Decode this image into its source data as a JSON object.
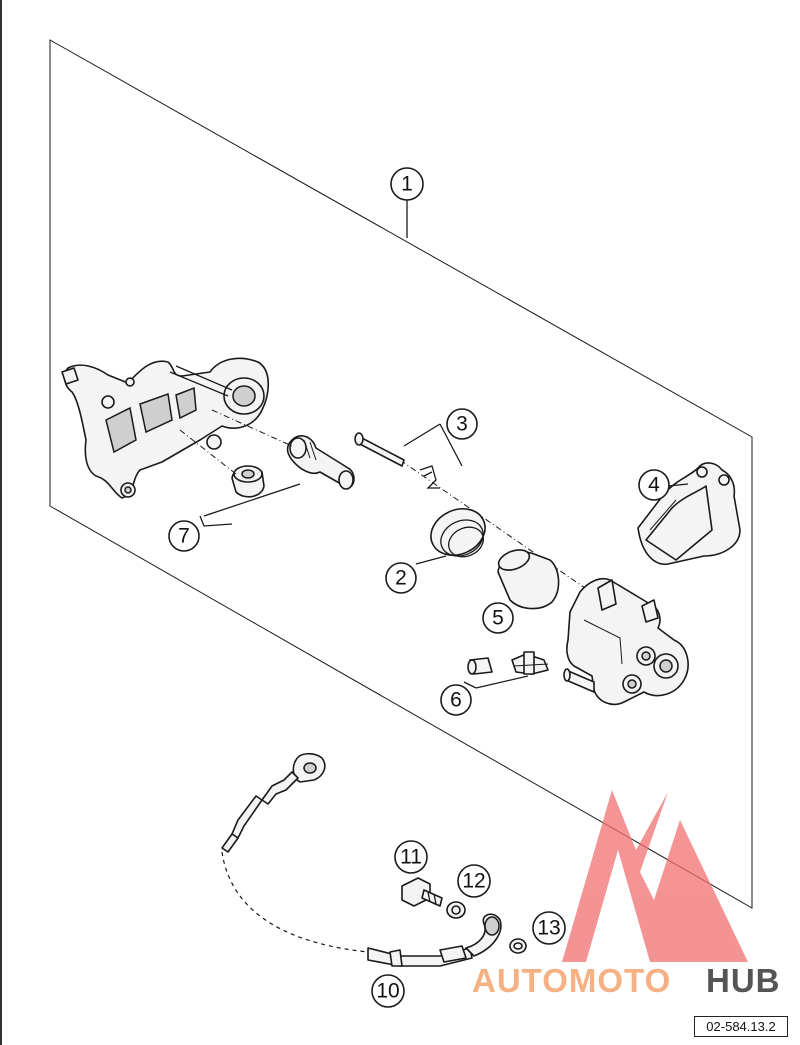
{
  "document_code": "02-584.13.2",
  "callouts": [
    "1",
    "2",
    "3",
    "4",
    "5",
    "6",
    "7",
    "10",
    "11",
    "12",
    "13"
  ],
  "watermark": {
    "word_part1": "AUTOMOTO",
    "word_part2": "HUB",
    "color_part1": "#f5b183",
    "color_part2": "#555555",
    "logo_color": "#f07070"
  }
}
